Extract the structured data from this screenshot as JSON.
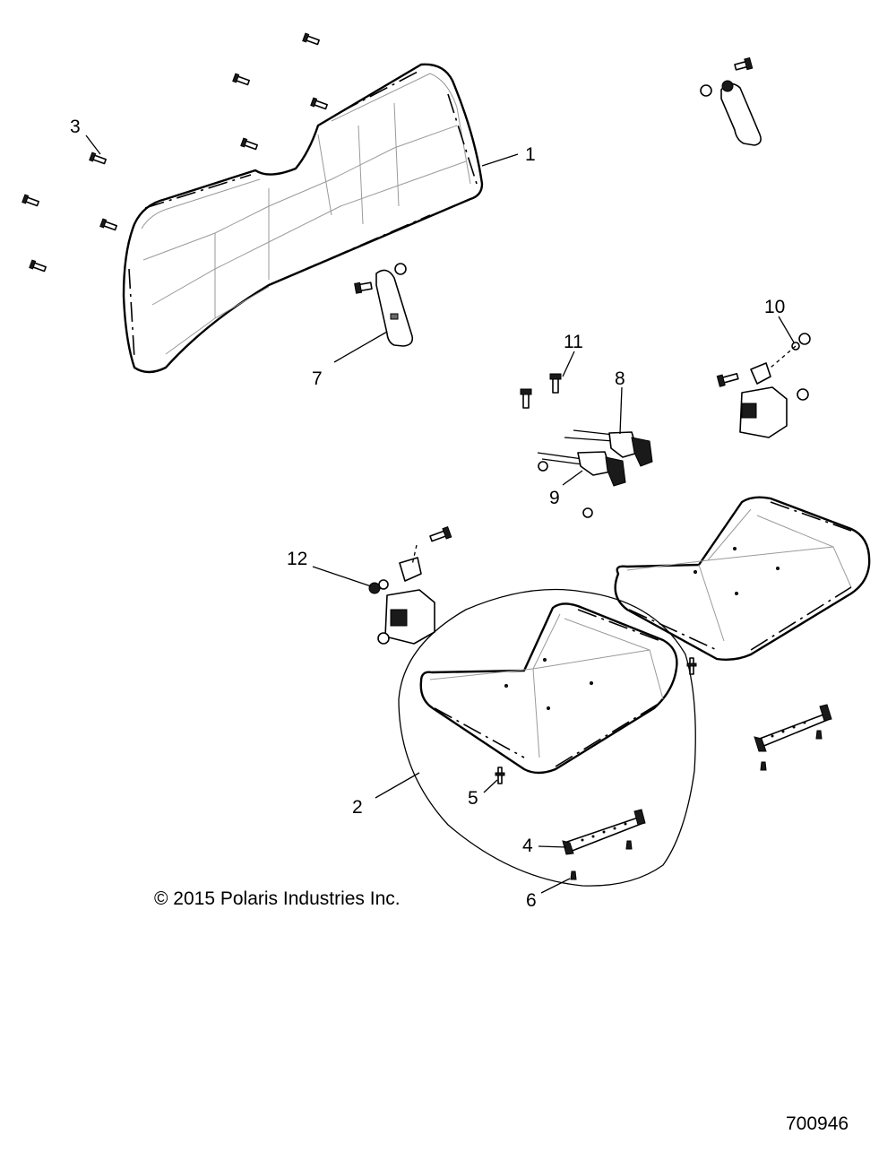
{
  "callouts": {
    "c1": "1",
    "c2": "2",
    "c3": "3",
    "c4": "4",
    "c5": "5",
    "c6": "6",
    "c7": "7",
    "c8": "8",
    "c9": "9",
    "c10": "10",
    "c11": "11",
    "c12": "12"
  },
  "copyright": "© 2015 Polaris Industries Inc.",
  "drawing_id": "700946"
}
